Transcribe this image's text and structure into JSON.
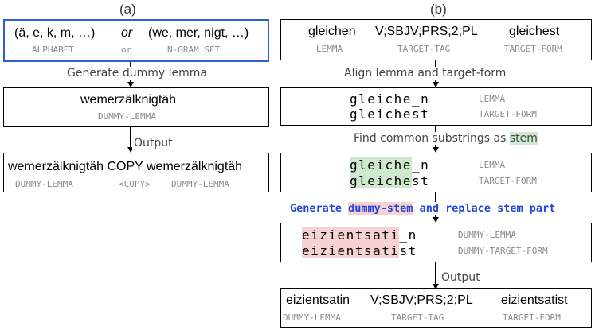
{
  "panel_a": {
    "label": "(a)",
    "box1": {
      "left_text": "(ä, e, k, m, …)",
      "or_text": "or",
      "right_text": "(we, mer, nigt, …)",
      "tag_left": "ALPHABET",
      "tag_or": "or",
      "tag_right": "N-GRAM SET"
    },
    "step1": "Generate dummy lemma",
    "box2": {
      "text": "wemerzälknigtäh",
      "tag": "DUMMY-LEMMA"
    },
    "step2": "Output",
    "box3": {
      "text": "wemerzälknigtäh COPY wemerzälknigtäh",
      "tag1": "DUMMY-LEMMA",
      "tag2": "<COPY>",
      "tag3": "DUMMY-LEMMA"
    }
  },
  "panel_b": {
    "label": "(b)",
    "box1": {
      "lemma": "gleichen",
      "tag": "V;SBJV;PRS;2;PL",
      "form": "gleichest",
      "tag_lemma": "LEMMA",
      "tag_tag": "TARGET-TAG",
      "tag_form": "TARGET-FORM"
    },
    "step1": "Align lemma and target-form",
    "box2": {
      "row1": "gleiche_n",
      "row2": "gleichest",
      "tag1": "LEMMA",
      "tag2": "TARGET-FORM"
    },
    "step2_prefix": "Find common substrings as ",
    "step2_hl": "stem",
    "box3": {
      "row1_stem": "gleiche",
      "row1_rest": "_n",
      "row2_stem": "gleiche",
      "row2_rest": "st",
      "tag1": "LEMMA",
      "tag2": "TARGET-FORM"
    },
    "step3_prefix": "Generate ",
    "step3_hl": "dummy-stem",
    "step3_suffix": " and replace stem part",
    "box4": {
      "row1_stem": "eizientsati",
      "row1_rest": "_n",
      "row2_stem": "eizientsati",
      "row2_rest": "st",
      "tag1": "DUMMY-LEMMA",
      "tag2": "DUMMY-TARGET-FORM"
    },
    "step4": "Output",
    "box5": {
      "lemma": "eizientsatin",
      "tag": "V;SBJV;PRS;2;PL",
      "form": "eizientsatist",
      "tag_lemma": "DUMMY-LEMMA",
      "tag_tag": "TARGET-TAG",
      "tag_form": "TARGET-FORM"
    }
  },
  "colors": {
    "accent_blue": "#2a5fd6",
    "step_blue": "#1f44d8",
    "highlight_green": "#cfe9cf",
    "highlight_red": "#f7d2d2"
  }
}
